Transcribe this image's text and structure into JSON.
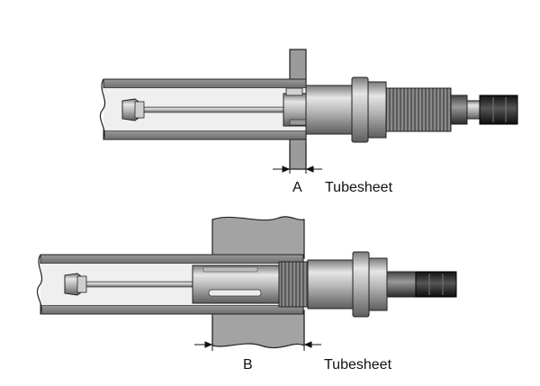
{
  "labels": {
    "diagram_a_label": "A",
    "diagram_a_tubesheet": "Tubesheet",
    "diagram_b_label": "B",
    "diagram_b_tubesheet": "Tubesheet"
  },
  "colors": {
    "tube_gray": "#8f8f8f",
    "tube_dark": "#5c5c5c",
    "tubesheet_gray": "#9b9b9b",
    "steel_light": "#d8d8d8",
    "steel_mid": "#a9a9a9",
    "steel_dark": "#6f6f6f",
    "black_handle": "#1c1c1c"
  }
}
